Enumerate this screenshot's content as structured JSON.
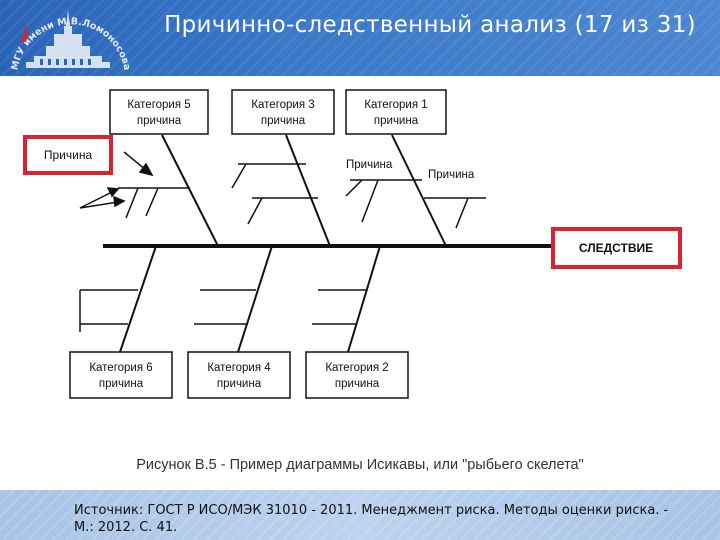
{
  "slide": {
    "title": "Причинно-следственный анализ (17 из 31)",
    "logo_text": "МГУ имени М.В.Ломоносова",
    "source": "Источник: ГОСТ Р ИСО/МЭК 31010 - 2011. Менеджмент риска. Методы оценки риска. - М.: 2012. С. 41."
  },
  "diagram": {
    "categories_top": [
      {
        "line1": "Категория 5",
        "line2": "причина"
      },
      {
        "line1": "Категория 3",
        "line2": "причина"
      },
      {
        "line1": "Категория 1",
        "line2": "причина"
      }
    ],
    "categories_bottom": [
      {
        "line1": "Категория 6",
        "line2": "причина"
      },
      {
        "line1": "Категория 4",
        "line2": "причина"
      },
      {
        "line1": "Категория 2",
        "line2": "причина"
      }
    ],
    "cause_label": "Причина",
    "cause_labels_inline": [
      "Причина",
      "Причина"
    ],
    "effect_label": "СЛЕДСТВИЕ",
    "caption": "Рисунок В.5 - Пример диаграммы Исикавы, или \"рыбьего скелета\"",
    "colors": {
      "highlight": "#d9232e",
      "line": "#111111"
    }
  }
}
